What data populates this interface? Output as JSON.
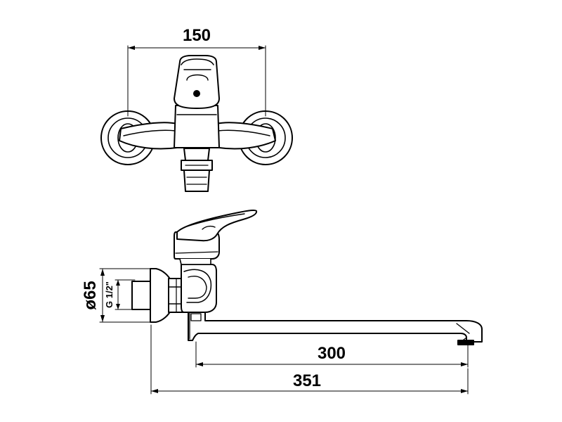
{
  "dimensions": {
    "top_width": "150",
    "spout_reach": "300",
    "overall_length": "351",
    "flange_diameter": "ø65",
    "thread": "G 1/2\""
  },
  "colors": {
    "line": "#000000",
    "background": "#ffffff"
  }
}
